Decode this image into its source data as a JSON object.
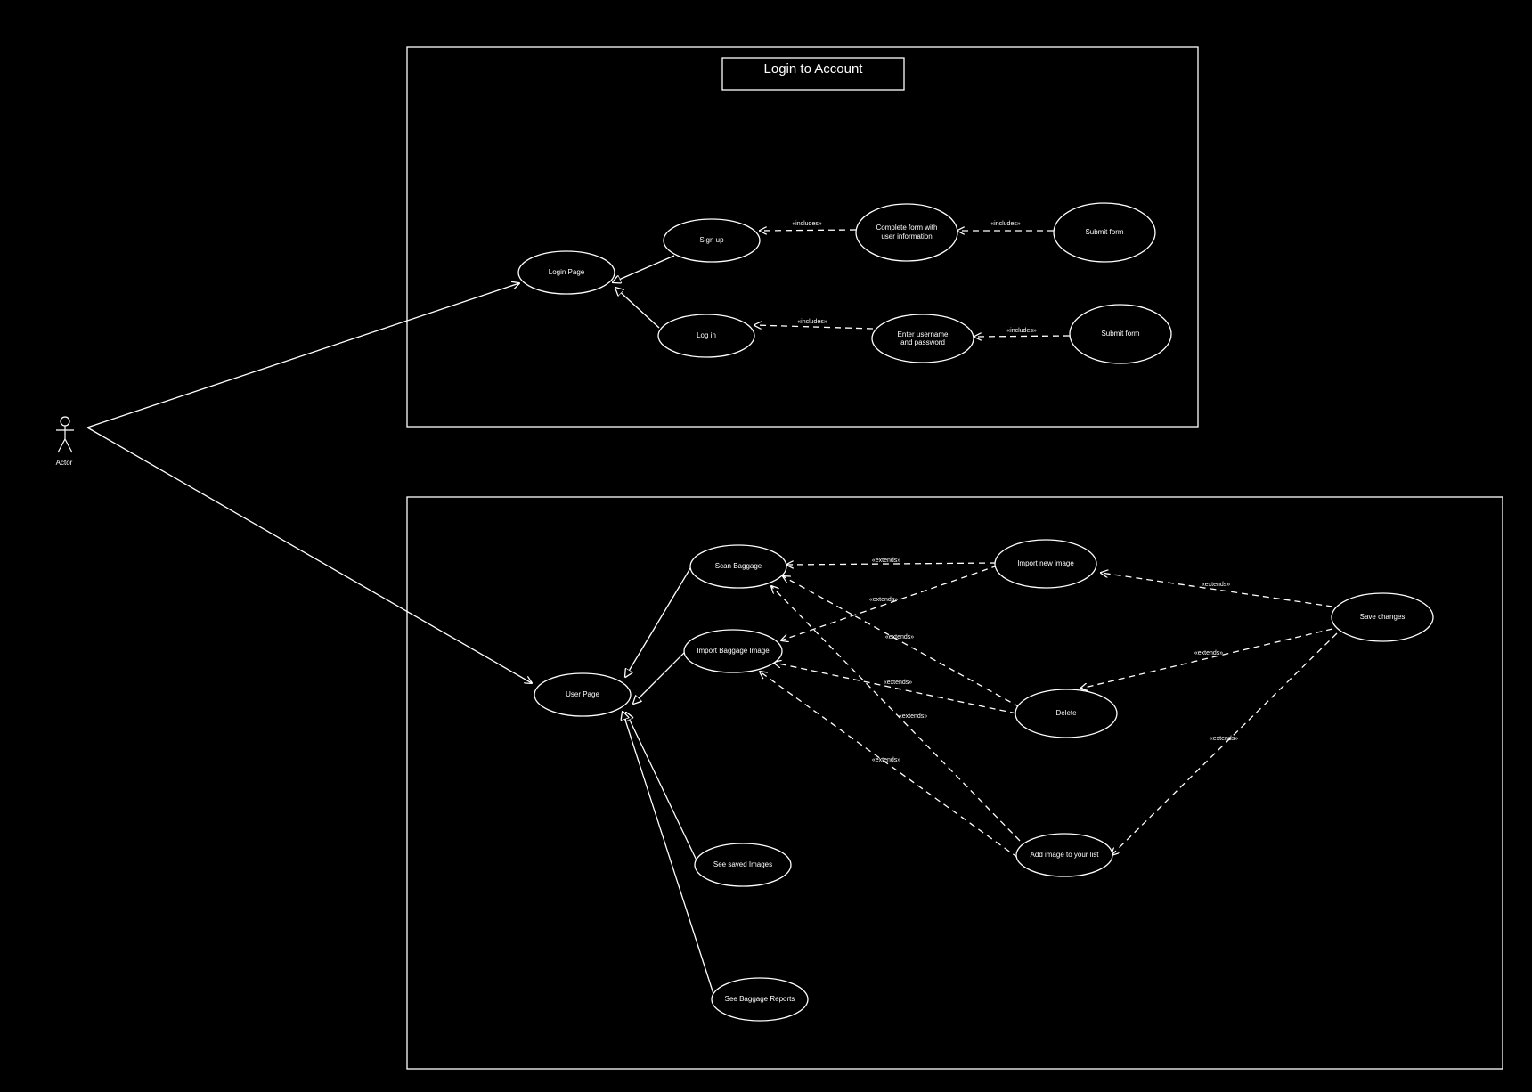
{
  "colors": {
    "background": "#000000",
    "foreground": "#ffffff"
  },
  "actor": {
    "label": "Actor"
  },
  "login_frame": {
    "title": "Login to Account"
  },
  "use_cases": {
    "login_page": "Login Page",
    "sign_up": "Sign up",
    "log_in": "Log in",
    "complete_form": [
      "Complete form with",
      "user information"
    ],
    "submit_form_1": "Submit form",
    "enter_credentials": [
      "Enter username",
      "and password"
    ],
    "submit_form_2": "Submit form",
    "user_page": "User Page",
    "scan_baggage": "Scan Baggage",
    "import_baggage_image": "Import Baggage Image",
    "see_saved_images": "See saved Images",
    "see_baggage_reports": "See Baggage Reports",
    "import_new_image": "Import new image",
    "save_changes": "Save changes",
    "delete": "Delete",
    "add_image_to_list": "Add image to your list"
  },
  "relations": {
    "includes": "«includes»",
    "extends": "«extends»"
  }
}
